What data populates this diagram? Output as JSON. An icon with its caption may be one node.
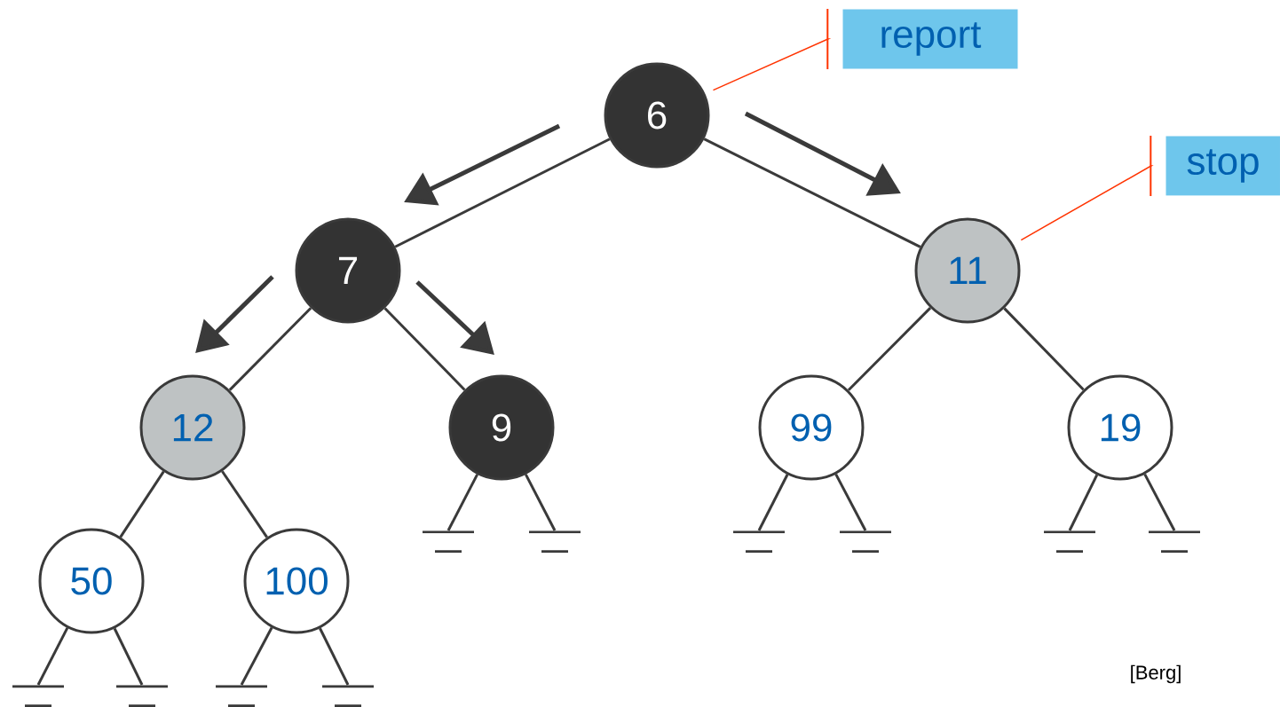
{
  "diagram": {
    "nodes": [
      {
        "text": [
          "report"
        ]
      },
      {
        "text": [
          "6"
        ]
      },
      {
        "text": [
          "stop"
        ]
      },
      {
        "text": [
          "7"
        ]
      },
      {
        "text": [
          "11"
        ]
      },
      {
        "text": [
          "12"
        ]
      },
      {
        "text": [
          "9"
        ]
      },
      {
        "text": [
          "99"
        ]
      },
      {
        "text": [
          "19"
        ]
      },
      {
        "text": [],
        "shape": "bar"
      },
      {
        "text": [],
        "shape": "bar"
      },
      {
        "text": [],
        "shape": "bar"
      },
      {
        "text": [],
        "shape": "bar"
      },
      {
        "text": [],
        "shape": "bar"
      },
      {
        "text": [],
        "shape": "bar"
      },
      {
        "text": [
          "50"
        ]
      },
      {
        "text": [
          "100"
        ]
      },
      {
        "text": [],
        "shape": "bar"
      },
      {
        "text": [],
        "shape": "bar"
      },
      {
        "text": [],
        "shape": "bar"
      },
      {
        "text": [],
        "shape": "bar"
      }
    ],
    "edges": [
      {
        "from": 0,
        "to": 1,
        "arrow": "none",
        "color": "#ff3300"
      },
      {
        "from": 2,
        "to": 4,
        "arrow": "none",
        "color": "#ff3300"
      },
      {
        "from": 1,
        "to": 3,
        "arrow": "none"
      },
      {
        "from": 1,
        "to": 4,
        "arrow": "none"
      },
      {
        "from": 3,
        "to": 5,
        "arrow": "none"
      },
      {
        "from": 3,
        "to": 6,
        "arrow": "none"
      },
      {
        "from": 4,
        "to": 7,
        "arrow": "none"
      },
      {
        "from": 4,
        "to": 8,
        "arrow": "none"
      },
      {
        "from": 5,
        "to": 15,
        "arrow": "none"
      },
      {
        "from": 5,
        "to": 16,
        "arrow": "none"
      },
      {
        "from": 6,
        "to": 9,
        "arrow": "none"
      },
      {
        "from": 6,
        "to": 10,
        "arrow": "none"
      },
      {
        "from": 7,
        "to": 11,
        "arrow": "none"
      },
      {
        "from": 7,
        "to": 12,
        "arrow": "none"
      },
      {
        "from": 8,
        "to": 13,
        "arrow": "none"
      },
      {
        "from": 8,
        "to": 14,
        "arrow": "none"
      },
      {
        "from": 15,
        "to": 17,
        "arrow": "none"
      },
      {
        "from": 15,
        "to": 18,
        "arrow": "none"
      },
      {
        "from": 16,
        "to": 19,
        "arrow": "none"
      },
      {
        "from": 16,
        "to": 20,
        "arrow": "none"
      }
    ],
    "labels": [
      "[Berg]"
    ]
  }
}
